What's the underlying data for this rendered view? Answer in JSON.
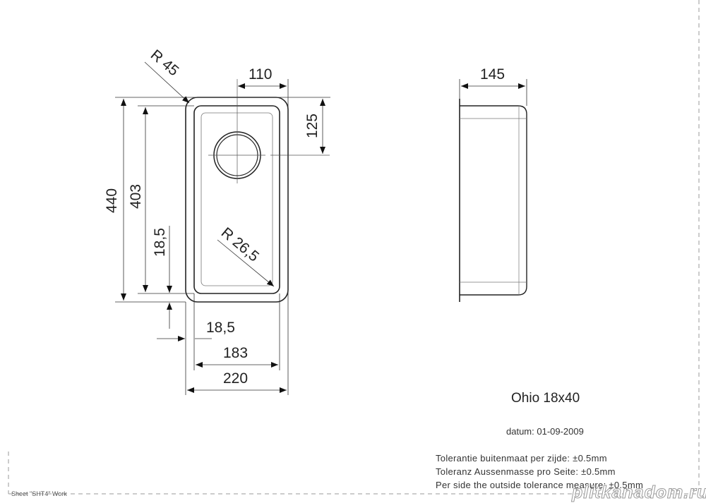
{
  "drawing": {
    "top_view": {
      "radius_outer": "R 45",
      "radius_inner": "R 26,5",
      "drain_offset_x": "110",
      "drain_offset_y": "125",
      "outer_length": "440",
      "inner_length": "403",
      "rim_width_vertical": "18,5",
      "rim_width_horizontal": "18,5",
      "inner_width": "183",
      "outer_width": "220"
    },
    "side_view": {
      "depth": "145"
    }
  },
  "title_block": {
    "model": "Ohio 18x40",
    "date": "datum: 01-09-2009",
    "tolerances": [
      "Tolerantie buitenmaat per zijde: ±0.5mm",
      "Toleranz Aussenmasse pro Seite: ±0.5mm",
      "Per side the outside tolerance measure: ±0.5mm"
    ]
  },
  "sheet_label": "Sheet \"SHT4\" Work",
  "watermark": "plitkanadom.ru"
}
